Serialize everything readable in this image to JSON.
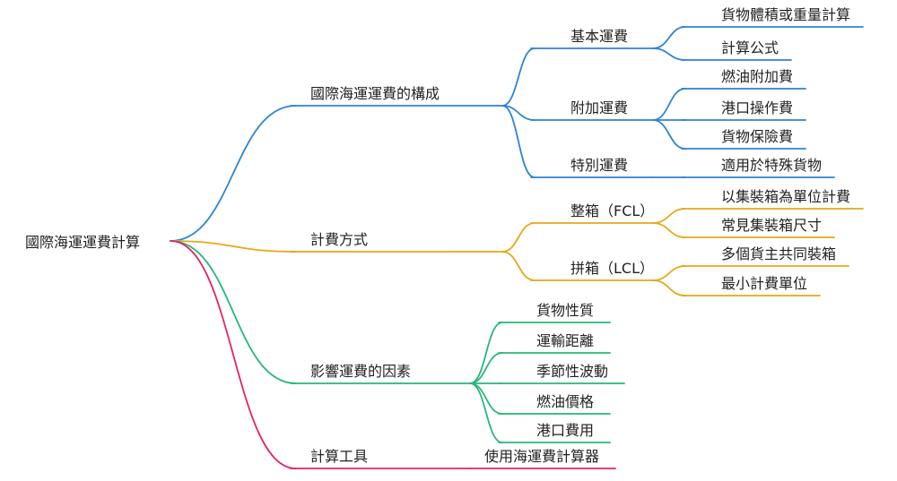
{
  "root": {
    "label": "國際海運運費計算",
    "children": [
      {
        "label": "國際海運運費的構成",
        "color": "#2f83d6",
        "children": [
          {
            "label": "基本運費",
            "children": [
              {
                "label": "貨物體積或重量計算"
              },
              {
                "label": "計算公式"
              }
            ]
          },
          {
            "label": "附加運費",
            "children": [
              {
                "label": "燃油附加費"
              },
              {
                "label": "港口操作費"
              },
              {
                "label": "貨物保險費"
              }
            ]
          },
          {
            "label": "特別運費",
            "children": [
              {
                "label": "適用於特殊貨物"
              }
            ]
          }
        ]
      },
      {
        "label": "計費方式",
        "color": "#e6a817",
        "children": [
          {
            "label": "整箱（FCL）",
            "children": [
              {
                "label": "以集裝箱為單位計費"
              },
              {
                "label": "常見集裝箱尺寸"
              }
            ]
          },
          {
            "label": "拼箱（LCL）",
            "children": [
              {
                "label": "多個貨主共同裝箱"
              },
              {
                "label": "最小計費單位"
              }
            ]
          }
        ]
      },
      {
        "label": "影響運費的因素",
        "color": "#27b77a",
        "children": [
          {
            "label": "貨物性質"
          },
          {
            "label": "運輸距離"
          },
          {
            "label": "季節性波動"
          },
          {
            "label": "燃油價格"
          },
          {
            "label": "港口費用"
          }
        ]
      },
      {
        "label": "計算工具",
        "color": "#e2226a",
        "children": [
          {
            "label": "使用海運費計算器"
          }
        ]
      }
    ]
  }
}
